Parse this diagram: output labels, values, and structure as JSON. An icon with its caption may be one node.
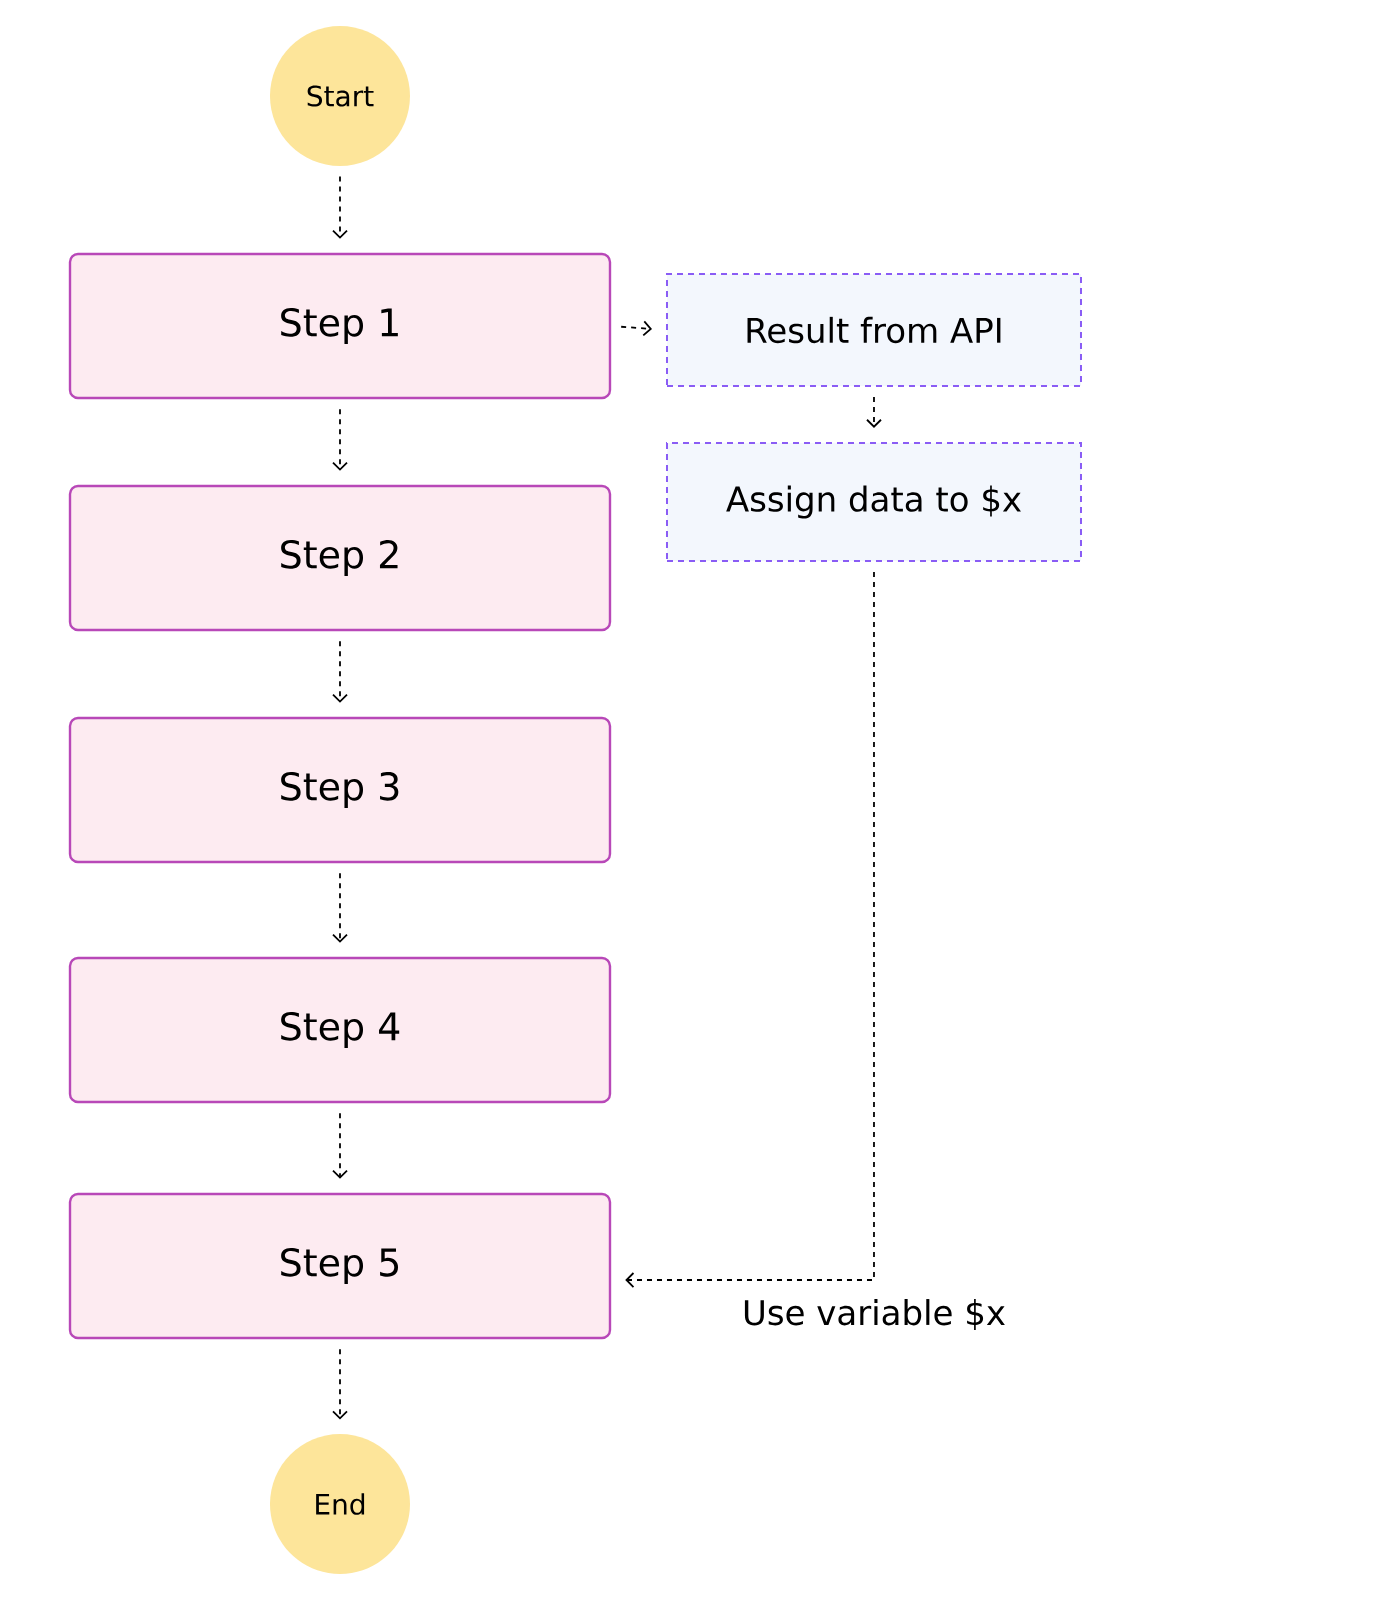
{
  "diagram": {
    "nodes": [
      {
        "text": [
          "Start"
        ]
      },
      {
        "text": [
          "Step 1"
        ]
      },
      {
        "text": [
          "Result from API"
        ]
      },
      {
        "text": [
          "Assign data to $x"
        ]
      },
      {
        "text": [
          "Step 2"
        ]
      },
      {
        "text": [
          "Step 3"
        ]
      },
      {
        "text": [
          "Step 4"
        ]
      },
      {
        "text": [
          "Step 5"
        ]
      },
      {
        "text": [
          "End"
        ]
      }
    ],
    "edges": [
      {
        "from": 0,
        "to": 1,
        "arrow": "to",
        "style": "dashed"
      },
      {
        "from": 1,
        "to": 2,
        "arrow": "to",
        "style": "dashed"
      },
      {
        "from": 2,
        "to": 3,
        "arrow": "to",
        "style": "dashed"
      },
      {
        "from": 1,
        "to": 4,
        "arrow": "to",
        "style": "dashed"
      },
      {
        "from": 4,
        "to": 5,
        "arrow": "to",
        "style": "dashed"
      },
      {
        "from": 5,
        "to": 6,
        "arrow": "to",
        "style": "dashed"
      },
      {
        "from": 6,
        "to": 7,
        "arrow": "to",
        "style": "dashed"
      },
      {
        "from": 3,
        "to": 7,
        "arrow": "to",
        "style": "dashed",
        "label": "Use variable $x"
      },
      {
        "from": 7,
        "to": 8,
        "arrow": "to",
        "style": "dashed"
      }
    ]
  }
}
